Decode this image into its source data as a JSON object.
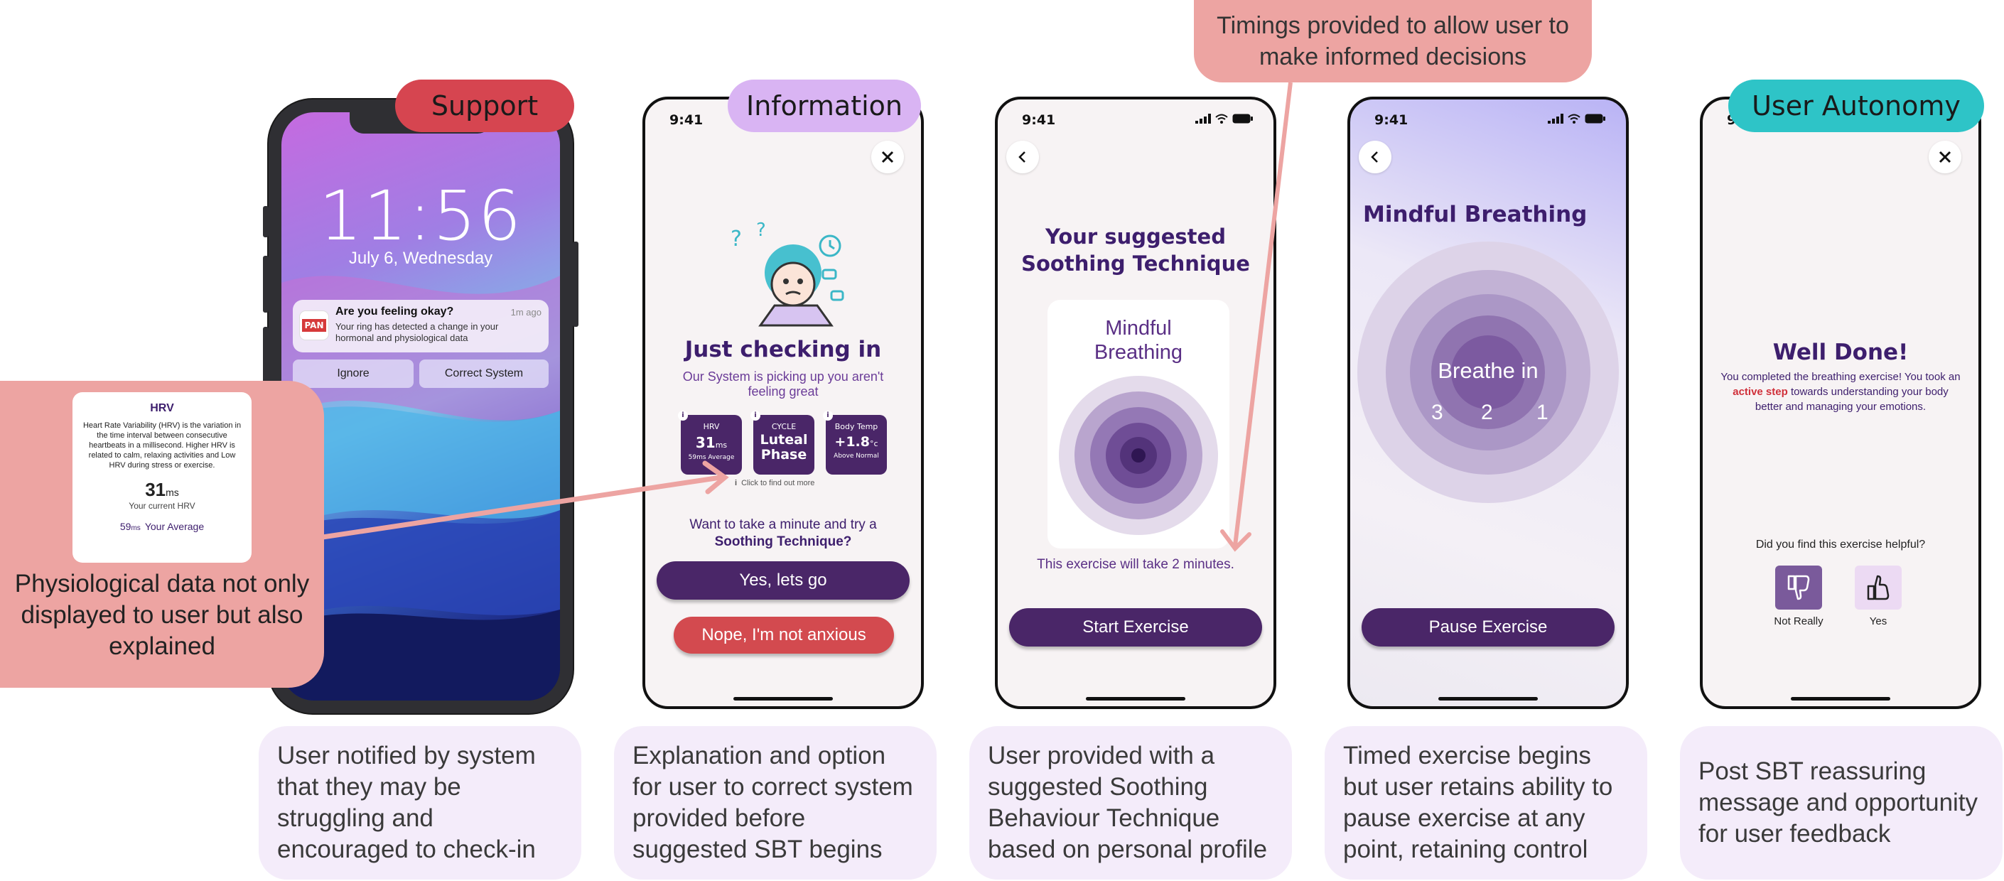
{
  "tags": {
    "support": "Support",
    "information": "Information",
    "user_autonomy": "User Autonomy"
  },
  "callouts": {
    "timings": "Timings provided to allow user to make informed decisions",
    "physio": "Physiological data not only displayed to user but also explained"
  },
  "hrv_card": {
    "title": "HRV",
    "body": "Heart Rate Variability (HRV) is the variation in the time interval between consecutive heartbeats in a millisecond. Higher HRV is related to calm, relaxing activities and Low HRV during stress or exercise.",
    "value": "31",
    "unit": "ms",
    "current_label": "Your current HRV",
    "avg_value": "59",
    "avg_unit": "ms",
    "avg_label": "Your Average"
  },
  "lock_screen": {
    "time": "11:56",
    "date": "July 6, Wednesday",
    "notification": {
      "app_badge": "PAN",
      "title": "Are you feeling okay?",
      "time_ago": "1m ago",
      "body": "Your ring has detected a change in your hormonal and physiological data"
    },
    "ignore_label": "Ignore",
    "correct_label": "Correct System"
  },
  "screen_checkin": {
    "status_time": "9:41",
    "heading": "Just checking in",
    "subtitle": "Our System is picking up you aren't feeling great",
    "metrics": [
      {
        "title": "HRV",
        "value": "31",
        "unit": "ms",
        "sub": "59ms Average"
      },
      {
        "title": "CYCLE",
        "value": "Luteal Phase",
        "unit": "",
        "sub": ""
      },
      {
        "title": "Body Temp",
        "value": "+1.8",
        "unit": "°c",
        "sub": "Above Normal"
      }
    ],
    "click_more": "Click to find out more",
    "question_line1": "Want to take a minute and try a",
    "question_line2": "Soothing Technique?",
    "yes_label": "Yes, lets go",
    "nope_label": "Nope, I'm not anxious"
  },
  "screen_suggest": {
    "status_time": "9:41",
    "heading_line1": "Your suggested",
    "heading_line2": "Soothing Technique",
    "card_title_line1": "Mindful",
    "card_title_line2": "Breathing",
    "duration": "This exercise will take 2 minutes.",
    "start_label": "Start Exercise"
  },
  "screen_breathing": {
    "status_time": "9:41",
    "heading": "Mindful Breathing",
    "breathe_in": "Breathe in",
    "countdown": [
      "3",
      "2",
      "1"
    ],
    "pause_label": "Pause Exercise"
  },
  "screen_done": {
    "status_time": "9:41",
    "heading": "Well Done!",
    "msg_part1": "You completed the breathing exercise! You took an ",
    "msg_highlight": "active step",
    "msg_part2": " towards understanding your body better and managing your emotions.",
    "feedback_question": "Did you find this exercise helpful?",
    "not_really_label": "Not Really",
    "yes_label": "Yes"
  },
  "captions": [
    "User notified by system that they may be struggling and encouraged to check-in",
    "Explanation and option for user to correct system provided before suggested SBT begins",
    "User provided with a suggested Soothing Behaviour Technique based on personal profile",
    "Timed exercise begins but user retains ability to pause exercise at any point, retaining control",
    "Post SBT reassuring message and opportunity for user feedback"
  ],
  "colors": {
    "support_tag": "#d64550",
    "information_tag": "#d9b4f3",
    "autonomy_tag": "#2ec4c7",
    "callout": "#eda4a2",
    "primary_purple": "#4a2668",
    "nope_red": "#d34a4f",
    "caption_bg": "#f4ecfa"
  }
}
